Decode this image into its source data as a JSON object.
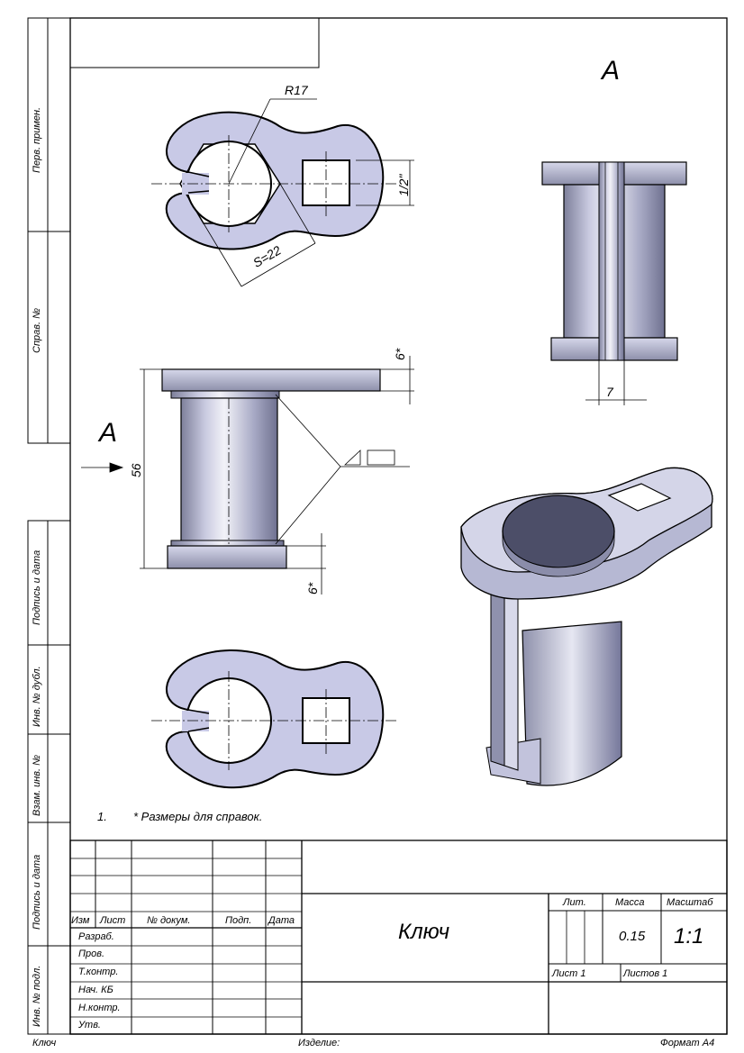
{
  "sidebar": {
    "perv_primen": "Перв. примен.",
    "sprav_no": "Справ. №",
    "podpis_data_1": "Подпись и дата",
    "inv_dubl": "Инв. № дубл.",
    "vzam_inv": "Взам. инв. №",
    "podpis_data_2": "Подпись и дата",
    "inv_podl": "Инв. № подл."
  },
  "views": {
    "view_a_label": "A",
    "arrow_label": "A",
    "dim_r17": "R17",
    "dim_s22": "S=22",
    "dim_half_inch": "1/2\"",
    "dim_6_top": "6*",
    "dim_6_bottom": "6*",
    "dim_56": "56",
    "dim_7": "7"
  },
  "note": {
    "number": "1.",
    "text": "* Размеры для справок."
  },
  "title_block": {
    "headers": {
      "izm": "Изм",
      "list": "Лист",
      "dokum": "№ докум.",
      "podp": "Подп.",
      "data": "Дата"
    },
    "roles": [
      "Разраб.",
      "Пров.",
      "Т.контр.",
      "Нач. КБ",
      "Н.контр.",
      "Утв."
    ],
    "name": "Ключ",
    "lit": "Лит.",
    "massa": "Масса",
    "masshtab": "Масштаб",
    "mass_value": "0.15",
    "scale_value": "1:1",
    "sheet": "Лист 1",
    "sheets": "Листов 1"
  },
  "footer": {
    "left": "Ключ",
    "izdelie": "Изделие:",
    "format": "Формат А4"
  }
}
